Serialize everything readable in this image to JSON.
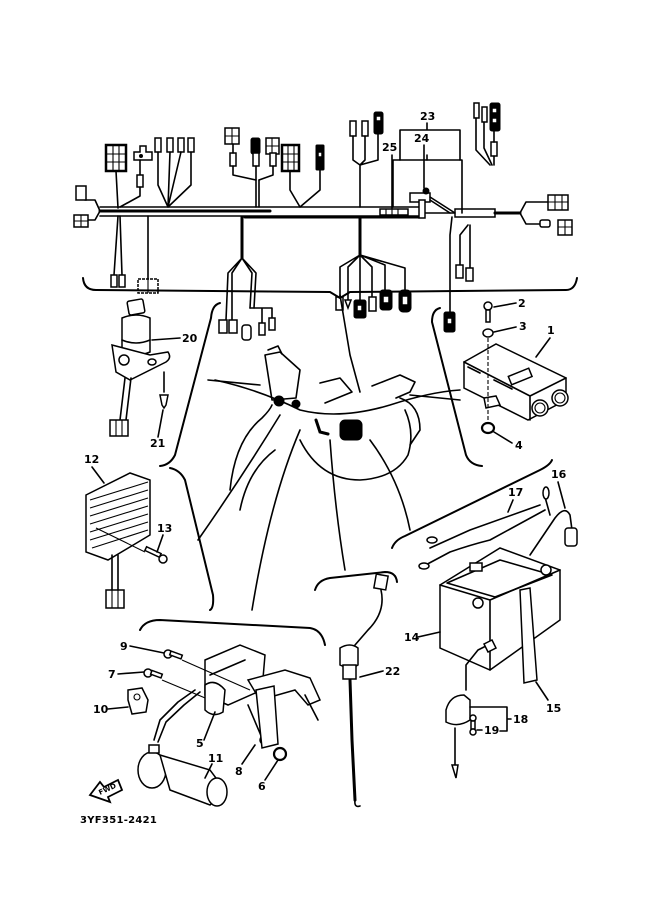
{
  "diagram": {
    "type": "exploded parts diagram",
    "subject": "electrical components",
    "code": "3YF351-2421",
    "direction_indicator": "FWD",
    "callouts": [
      {
        "id": "1",
        "label": "1"
      },
      {
        "id": "2",
        "label": "2"
      },
      {
        "id": "3",
        "label": "3"
      },
      {
        "id": "4",
        "label": "4"
      },
      {
        "id": "5",
        "label": "5"
      },
      {
        "id": "6",
        "label": "6"
      },
      {
        "id": "7",
        "label": "7"
      },
      {
        "id": "8",
        "label": "8"
      },
      {
        "id": "9",
        "label": "9"
      },
      {
        "id": "10",
        "label": "10"
      },
      {
        "id": "11",
        "label": "11"
      },
      {
        "id": "12",
        "label": "12"
      },
      {
        "id": "13",
        "label": "13"
      },
      {
        "id": "14",
        "label": "14"
      },
      {
        "id": "15",
        "label": "15"
      },
      {
        "id": "16",
        "label": "16"
      },
      {
        "id": "17",
        "label": "17"
      },
      {
        "id": "18",
        "label": "18"
      },
      {
        "id": "19",
        "label": "19"
      },
      {
        "id": "20",
        "label": "20"
      },
      {
        "id": "21",
        "label": "21"
      },
      {
        "id": "22",
        "label": "22"
      },
      {
        "id": "23",
        "label": "23"
      },
      {
        "id": "24",
        "label": "24"
      },
      {
        "id": "25",
        "label": "25"
      }
    ]
  }
}
